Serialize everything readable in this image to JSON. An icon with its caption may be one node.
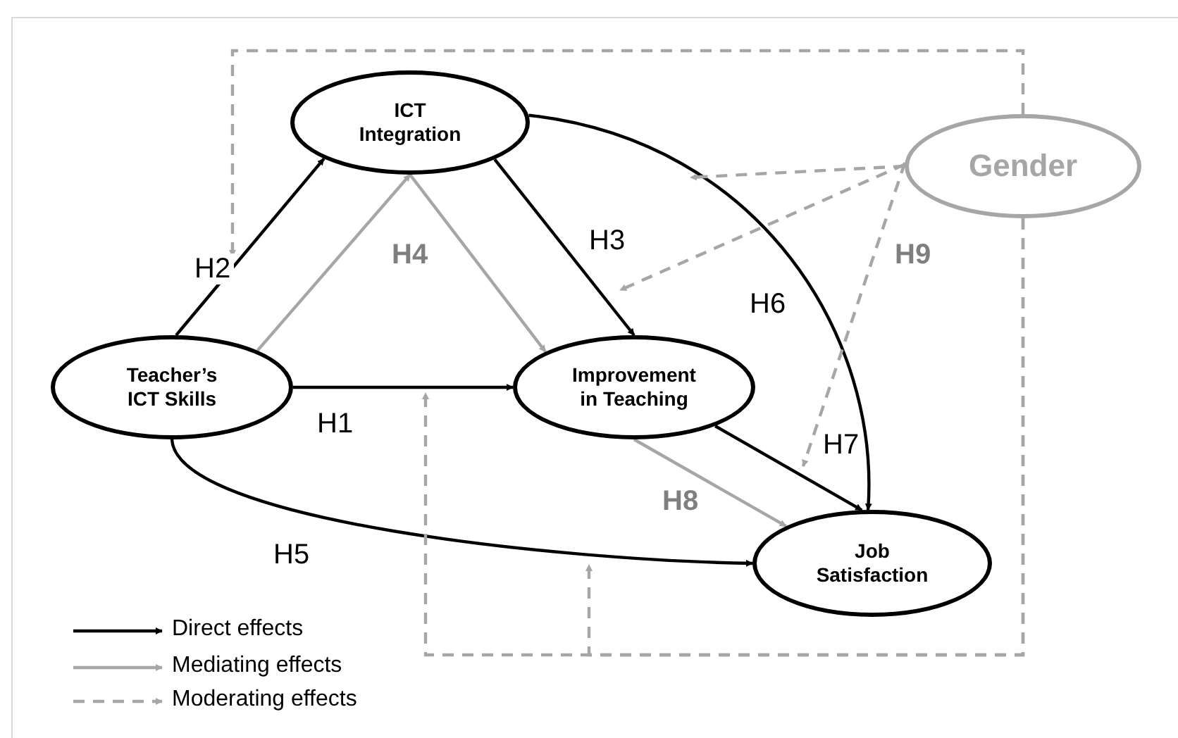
{
  "diagram": {
    "nodes": [
      {
        "text": [
          "ICT Integration"
        ]
      },
      {
        "text": [
          "Gender"
        ]
      },
      {
        "text": [
          "Teacher’s ICT Skills"
        ]
      },
      {
        "text": [
          "Improvement in Teaching"
        ]
      },
      {
        "text": [
          "Job Satisfaction"
        ]
      }
    ],
    "edges": [
      {
        "from": 2,
        "to": 0,
        "arrow": "to",
        "label": "H2",
        "color": "#000000"
      },
      {
        "from": 2,
        "to": 0,
        "arrow": "to",
        "label": "H4",
        "color": "#a6a6a6"
      },
      {
        "from": 0,
        "to": 3,
        "arrow": "to",
        "color": "#a6a6a6"
      },
      {
        "from": 0,
        "to": 3,
        "arrow": "to",
        "label": "H3",
        "color": "#000000"
      },
      {
        "from": 2,
        "to": 3,
        "arrow": "to",
        "label": "H1",
        "color": "#000000"
      },
      {
        "from": 2,
        "to": 4,
        "arrow": "to",
        "label": "H5",
        "color": "#000000"
      },
      {
        "from": 0,
        "to": 4,
        "arrow": "to",
        "label": "H6",
        "color": "#000000"
      },
      {
        "from": 3,
        "to": 4,
        "arrow": "to",
        "label": "H7",
        "color": "#000000"
      },
      {
        "from": 3,
        "to": 4,
        "arrow": "to",
        "label": "H8",
        "color": "#a6a6a6"
      },
      {
        "from": 1,
        "to": null,
        "arrow": "to",
        "style": "dashed",
        "color": "#a6a6a6"
      },
      {
        "from": 1,
        "to": null,
        "arrow": "to",
        "style": "dashed",
        "color": "#a6a6a6"
      },
      {
        "from": 1,
        "to": null,
        "arrow": "to",
        "label": "H9",
        "style": "dashed",
        "color": "#a6a6a6"
      },
      {
        "from": 1,
        "to": null,
        "arrow": "to",
        "style": "dashed",
        "color": "#a6a6a6"
      },
      {
        "from": 1,
        "to": null,
        "arrow": "to",
        "style": "dashed",
        "color": "#a6a6a6"
      },
      {
        "from": 1,
        "to": null,
        "arrow": "to",
        "style": "dashed",
        "color": "#a6a6a6"
      }
    ],
    "legend": [
      {
        "text": "Direct effects"
      },
      {
        "text": "Mediating effects"
      },
      {
        "text": "Moderating effects"
      }
    ]
  }
}
